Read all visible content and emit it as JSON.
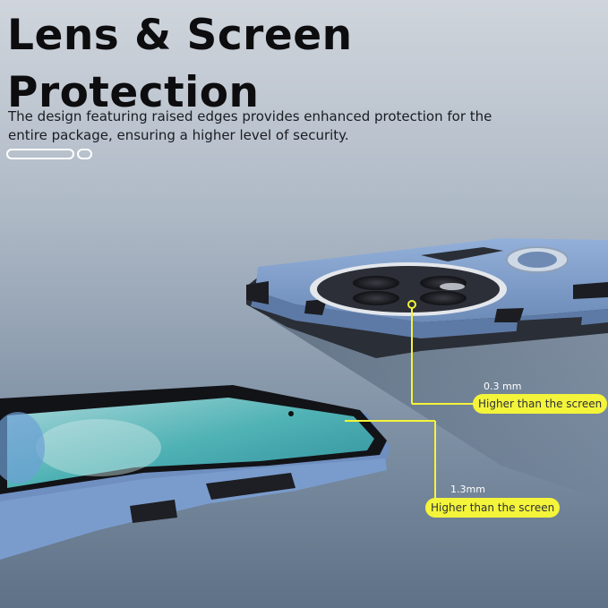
{
  "headline": {
    "line1": "Lens & Screen",
    "line2": "Protection"
  },
  "description": "The design featuring raised edges provides enhanced protection for the entire package, ensuring a higher level of security.",
  "callouts": [
    {
      "value": "0.3 mm",
      "label": "Higher than the screen"
    },
    {
      "value": "1.3mm",
      "label": "Higher than the screen"
    }
  ],
  "colors": {
    "background_top": "#cfd4db",
    "background_bottom": "#5d7085",
    "case_blue": "#7f9fcd",
    "highlight_yellow": "#f4f43a"
  }
}
